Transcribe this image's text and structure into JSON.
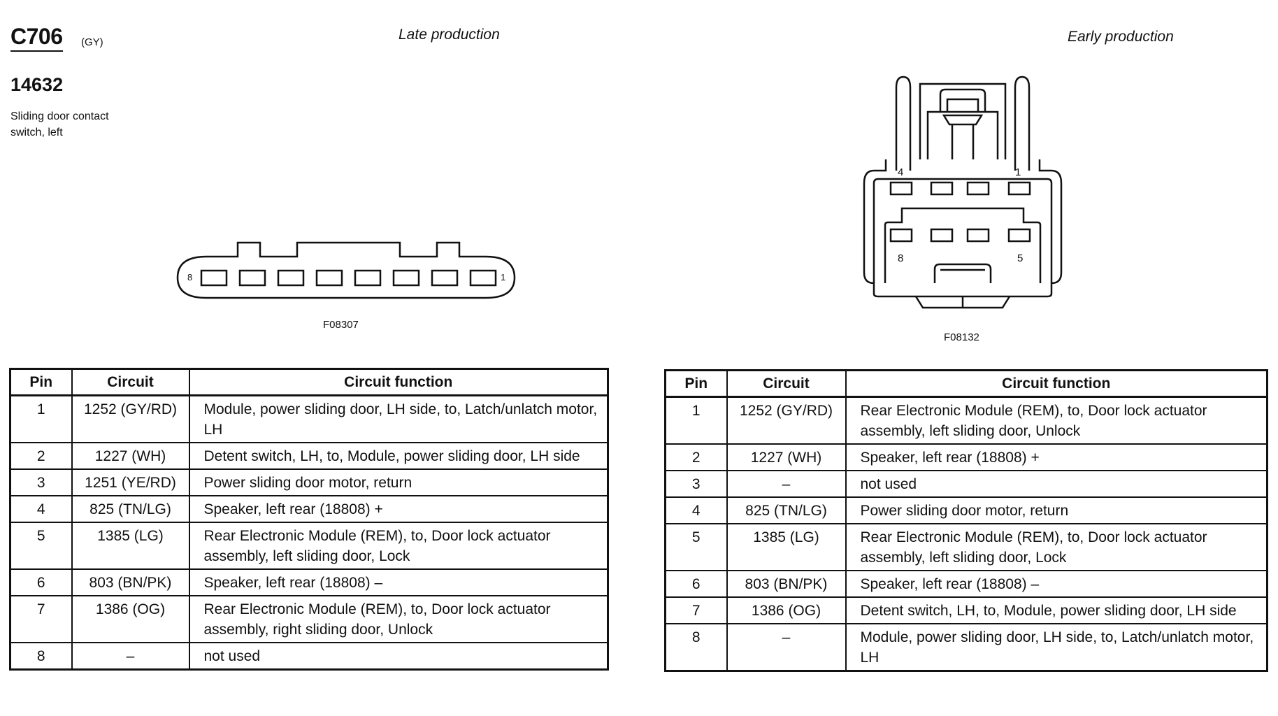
{
  "header": {
    "connector_code": "C706",
    "connector_color": "(GY)",
    "part_number": "14632",
    "description": "Sliding door contact switch, left"
  },
  "late_production": {
    "label": "Late production",
    "figure_id": "F08307",
    "pin_label_left": "8",
    "pin_label_right": "1",
    "columns": [
      "Pin",
      "Circuit",
      "Circuit function"
    ],
    "rows": [
      {
        "pin": "1",
        "circuit": "1252 (GY/RD)",
        "function": "Module, power sliding door, LH side, to, Latch/unlatch motor, LH"
      },
      {
        "pin": "2",
        "circuit": "1227 (WH)",
        "function": "Detent switch, LH, to, Module, power sliding door, LH side"
      },
      {
        "pin": "3",
        "circuit": "1251 (YE/RD)",
        "function": "Power sliding door motor, return"
      },
      {
        "pin": "4",
        "circuit": "825 (TN/LG)",
        "function": "Speaker, left rear (18808) +"
      },
      {
        "pin": "5",
        "circuit": "1385 (LG)",
        "function": "Rear Electronic Module (REM), to, Door lock actuator assembly, left sliding door, Lock"
      },
      {
        "pin": "6",
        "circuit": "803 (BN/PK)",
        "function": "Speaker, left rear (18808) –"
      },
      {
        "pin": "7",
        "circuit": "1386 (OG)",
        "function": "Rear Electronic Module (REM), to, Door lock actuator assembly, right sliding door, Unlock"
      },
      {
        "pin": "8",
        "circuit": "–",
        "function": "not used"
      }
    ]
  },
  "early_production": {
    "label": "Early production",
    "figure_id": "F08132",
    "pin_labels": {
      "top_left": "4",
      "top_right": "1",
      "bottom_left": "8",
      "bottom_right": "5"
    },
    "columns": [
      "Pin",
      "Circuit",
      "Circuit function"
    ],
    "rows": [
      {
        "pin": "1",
        "circuit": "1252 (GY/RD)",
        "function": "Rear Electronic Module (REM), to, Door lock actuator assembly, left sliding door, Unlock"
      },
      {
        "pin": "2",
        "circuit": "1227 (WH)",
        "function": "Speaker, left rear (18808) +"
      },
      {
        "pin": "3",
        "circuit": "–",
        "function": "not used"
      },
      {
        "pin": "4",
        "circuit": "825 (TN/LG)",
        "function": "Power sliding door motor, return"
      },
      {
        "pin": "5",
        "circuit": "1385 (LG)",
        "function": "Rear Electronic Module (REM), to, Door lock actuator assembly, left sliding door, Lock"
      },
      {
        "pin": "6",
        "circuit": "803 (BN/PK)",
        "function": "Speaker, left rear (18808) –"
      },
      {
        "pin": "7",
        "circuit": "1386 (OG)",
        "function": "Detent switch, LH, to, Module, power sliding door, LH side"
      },
      {
        "pin": "8",
        "circuit": "–",
        "function": "Module, power sliding door, LH side, to, Latch/unlatch motor, LH"
      }
    ]
  }
}
